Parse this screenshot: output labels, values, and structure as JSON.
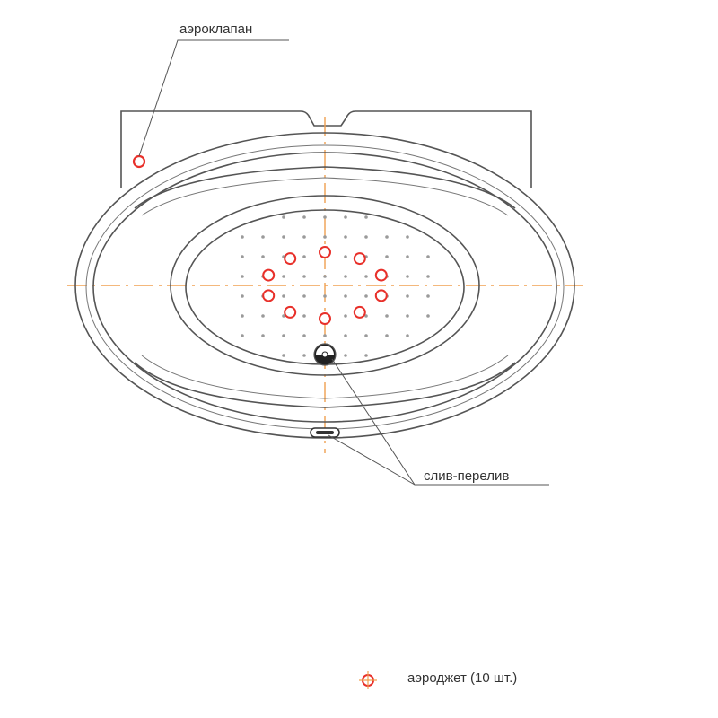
{
  "labels": {
    "air_valve": "аэроклапан",
    "drain_overflow": "слив-перелив",
    "legend": "аэроджет (10 шт.)"
  },
  "colors": {
    "jet": "#e8302a",
    "axis": "#f0a050",
    "outline": "#555555",
    "dot": "#9a9a9a"
  },
  "air_jet_count": 10
}
